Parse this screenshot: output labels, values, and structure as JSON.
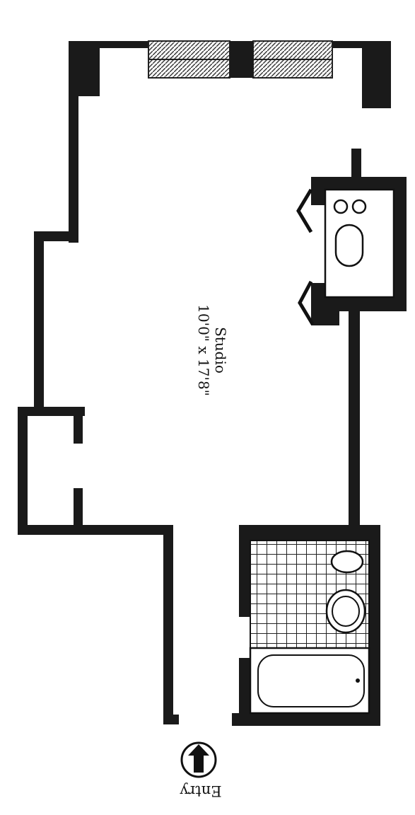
{
  "room": {
    "name": "Studio",
    "dimensions": "10'0\" x 17'8\""
  },
  "entry": {
    "label": "Entry",
    "icon": "arrow-up-circle-icon"
  },
  "colors": {
    "wall": "#1a1a1a",
    "line": "#111111",
    "background": "#ffffff"
  }
}
